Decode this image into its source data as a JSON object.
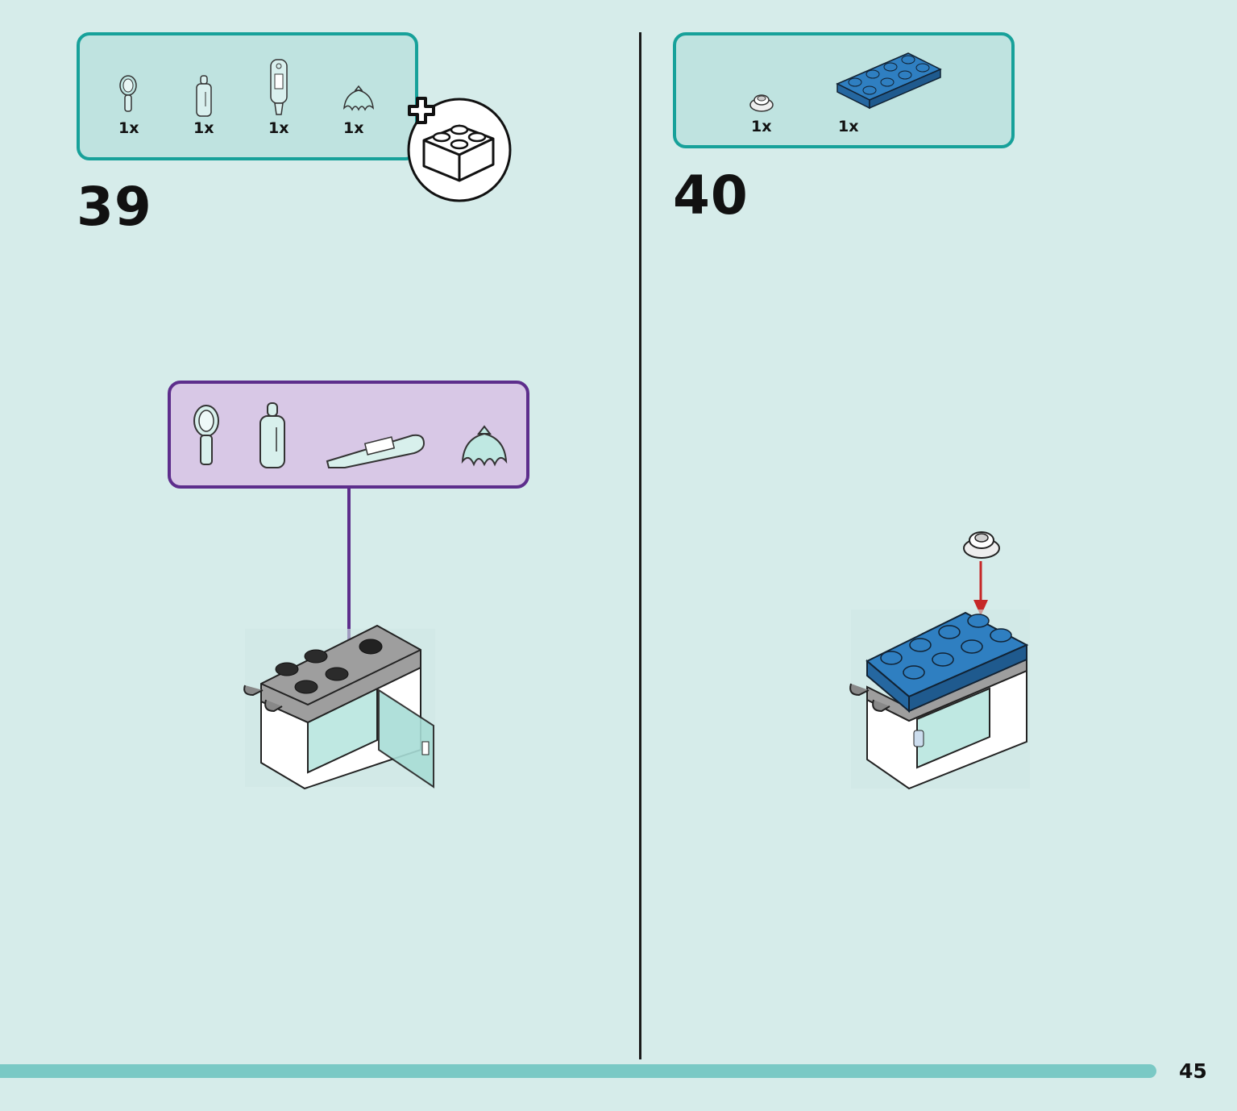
{
  "steps": [
    {
      "number": "39",
      "parts": [
        {
          "icon": "magnifying-glass-icon",
          "qty": "1x"
        },
        {
          "icon": "bottle-icon",
          "qty": "1x"
        },
        {
          "icon": "thermometer-icon",
          "qty": "1x"
        },
        {
          "icon": "bow-icon",
          "qty": "1x"
        }
      ],
      "add_brick_icon": "add-brick-icon",
      "callout_parts": [
        "magnifying-glass-icon",
        "bottle-icon",
        "thermometer-icon",
        "bow-icon"
      ]
    },
    {
      "number": "40",
      "parts": [
        {
          "icon": "round-plate-icon",
          "qty": "1x"
        },
        {
          "icon": "blue-plate-2x4-icon",
          "qty": "1x"
        }
      ]
    }
  ],
  "page": {
    "number": "45"
  },
  "colors": {
    "background": "#d6ecea",
    "parts_box_border": "#17a19a",
    "callout_border": "#5d2e8c",
    "blue_brick": "#2f7fc1",
    "arrow_red": "#c62828"
  }
}
